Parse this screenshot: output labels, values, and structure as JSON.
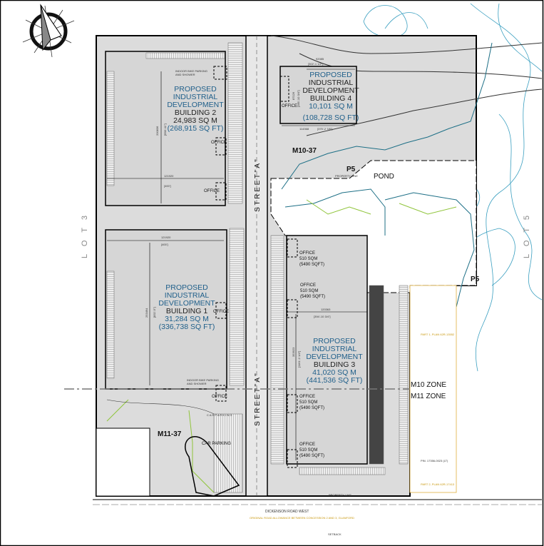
{
  "buildings": [
    {
      "id": "b2",
      "lines": [
        "PROPOSED",
        "INDUSTRIAL",
        "DEVELOPMENT",
        "BUILDING 2"
      ],
      "area_m": "24,983 SQ M",
      "area_ft": "(268,915 SQ FT)"
    },
    {
      "id": "b4",
      "lines": [
        "PROPOSED",
        "INDUSTRIAL",
        "DEVELOPMENT",
        "BUILDING 4"
      ],
      "area_m": "10,101 SQ M",
      "area_ft": "(108,728 SQ FT)"
    },
    {
      "id": "b1",
      "lines": [
        "PROPOSED",
        "INDUSTRIAL",
        "DEVELOPMENT",
        "BUILDING 1"
      ],
      "area_m": "31,284 SQ M",
      "area_ft": "(336,738 SQ FT)"
    },
    {
      "id": "b3",
      "lines": [
        "PROPOSED",
        "INDUSTRIAL",
        "DEVELOPMENT",
        "BUILDING 3"
      ],
      "area_m": "41,020 SQ M",
      "area_ft": "(441,536 SQ FT)"
    }
  ],
  "office": {
    "label": "OFFICE",
    "area_m": "510 SQM",
    "area_ft": "(5490 SQFT)"
  },
  "indoor_bike": [
    "INDOOR BIKE PARKING",
    "AND SHOWER"
  ],
  "dimensions": {
    "b2_width": "121920",
    "b2_width_ft": "[400']",
    "b2_depth": "200836",
    "b2_depth_ft": "[658'-11\"]",
    "b1_width": "121920",
    "b1_width_ft": "[400']",
    "b1_depth": "253494",
    "b1_depth_ft": "[832'-5\"]",
    "b3_width": "120363",
    "b3_width_ft": "[394'-10 3/4\"]",
    "b3_depth": "353923",
    "b3_depth_ft": "[1161'-2 1/4\"]",
    "b4_width": "92085",
    "b4_width_ft": "[302'-1 1/2\"]",
    "b4_width2": "114368",
    "b4_width2_ft": "[375'-2 7/8\"]",
    "b4_depth": "87126",
    "b4_depth_ft": "[285'-10 3/4\"]"
  },
  "labels": {
    "m10_37": "M10-37",
    "m11_37": "M11-37",
    "p5": "P5",
    "pond": "POND",
    "m10_zone": "M10 ZONE",
    "m11_zone": "M11 ZONE",
    "street": "S T R E E T   \" A \"",
    "lot3": "L O T   3",
    "lot5": "L O T   5",
    "road": "DICKENSON ROAD WEST",
    "road_note": "ORIGINAL ROAD ALLOWANCE BETWEEN CONCESSION 2 AND 3, GLANFORD",
    "car_parking": "CAR PARKING",
    "car_parking2": "C A R   P A R K I N G",
    "property_line": "PROPERTY LINE",
    "part1": "PART 1, PLAN 62R-13552",
    "part2": "PART 2, PLAN 62R-17413",
    "pin": "PIN. 17356-0023 (LT)",
    "setback": "SETBACK"
  },
  "colors": {
    "site": "#dcdcdc",
    "building_text": "#1f5f8a",
    "contour": "#3a9fc0",
    "drain": "#1d6f86",
    "green": "#8fc43a",
    "part_label": "#c8960a"
  },
  "icons": {
    "north_arrow": "compass-north-arrow-icon"
  }
}
